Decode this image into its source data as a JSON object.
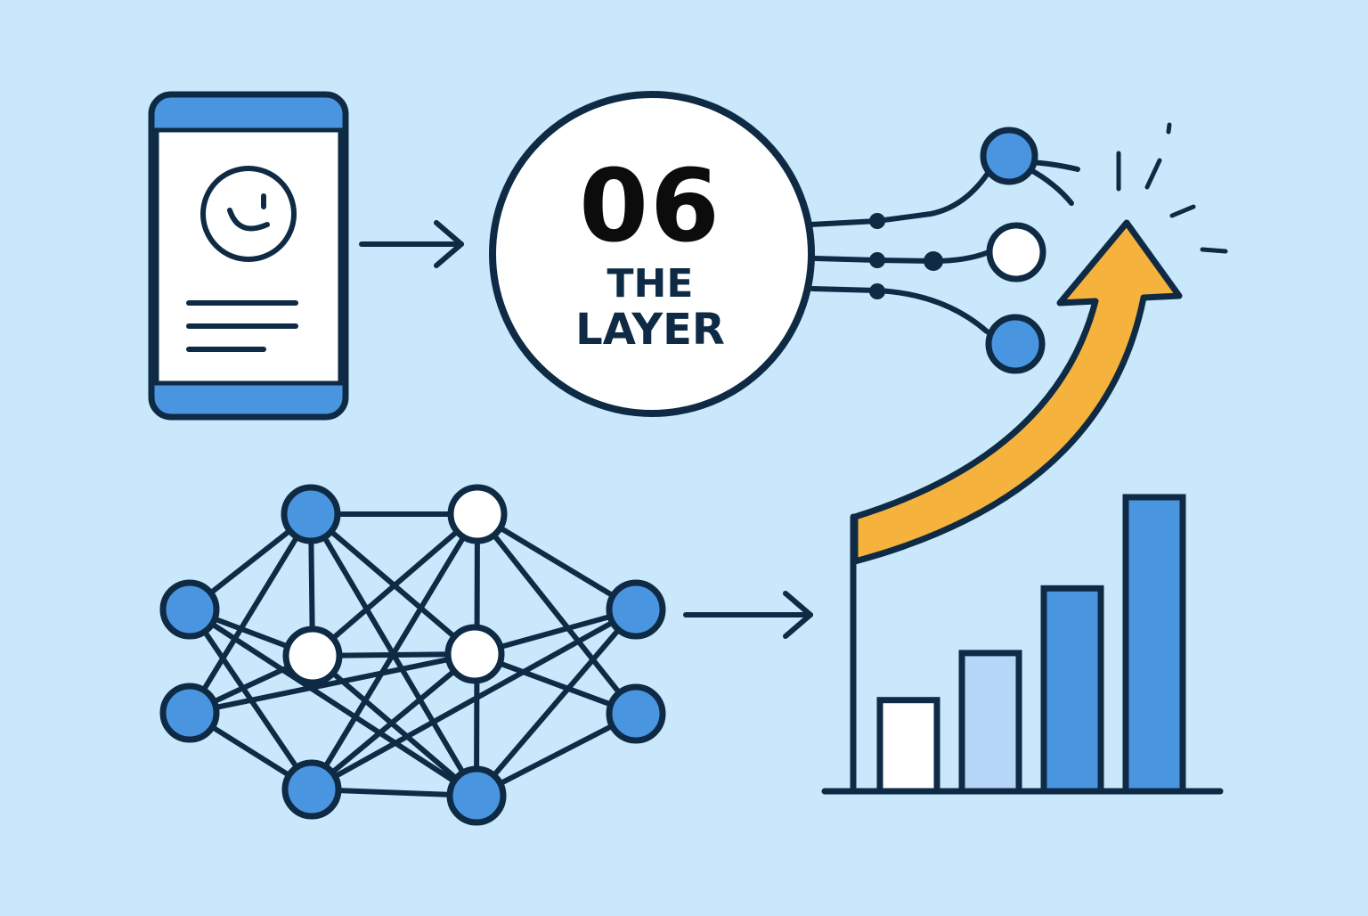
{
  "badge": {
    "number": "06",
    "line1": "THE",
    "line2": "LAYER"
  },
  "colors": {
    "background": "#c9e8fb",
    "outline": "#0e2a44",
    "blue": "#4a95e0",
    "light_blue": "#b6d6f7",
    "white": "#ffffff",
    "orange": "#f5b23c"
  },
  "icons": {
    "phone": "smartphone-with-smiley-icon",
    "network": "neural-network-icon",
    "growth": "growth-bar-chart-icon",
    "trend": "upward-trend-arrow-icon"
  },
  "bar_levels": [
    0.31,
    0.47,
    0.69,
    1.0
  ]
}
